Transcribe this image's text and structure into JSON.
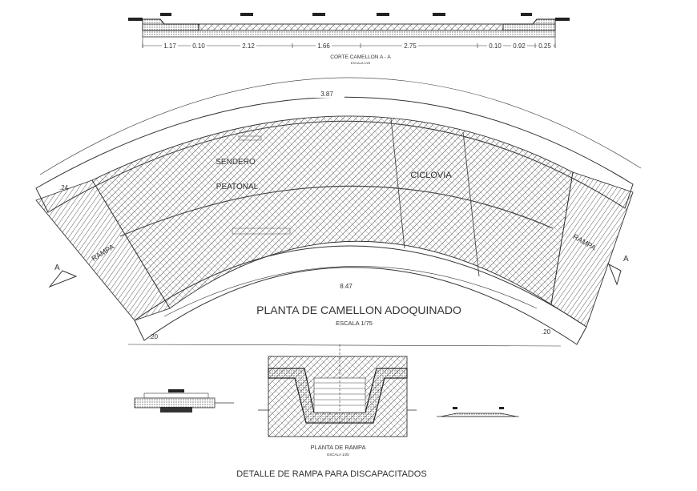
{
  "section": {
    "title": "CORTE CAMELLON A - A",
    "scale": "ESCALA 1/25",
    "dimensions": [
      "1.17",
      "0.10",
      "2.12",
      "1.66",
      "2.75",
      "0.10",
      "0.92",
      "0.25"
    ]
  },
  "plan": {
    "title": "PLANTA DE CAMELLON ADOQUINADO",
    "scale": "ESCALA 1/75",
    "outer_arc_dim": "3.87",
    "inner_arc_dim": "8.47",
    "left_end_dim": ".24",
    "bottom_left_dim": ".20",
    "bottom_right_dim": ".20",
    "ramp_left": "RAMPA",
    "ramp_right": "RAMPA",
    "zone_path_1": "SENDERO",
    "zone_path_2": "PEATONAL",
    "zone_bike": "CICLOVIA",
    "section_mark_left": "A",
    "section_mark_right": "A"
  },
  "ramp_detail": {
    "title": "PLANTA DE RAMPA",
    "scale": "ESCALA 1/25"
  },
  "footer": {
    "title": "DETALLE DE RAMPA PARA DISCAPACITADOS"
  }
}
